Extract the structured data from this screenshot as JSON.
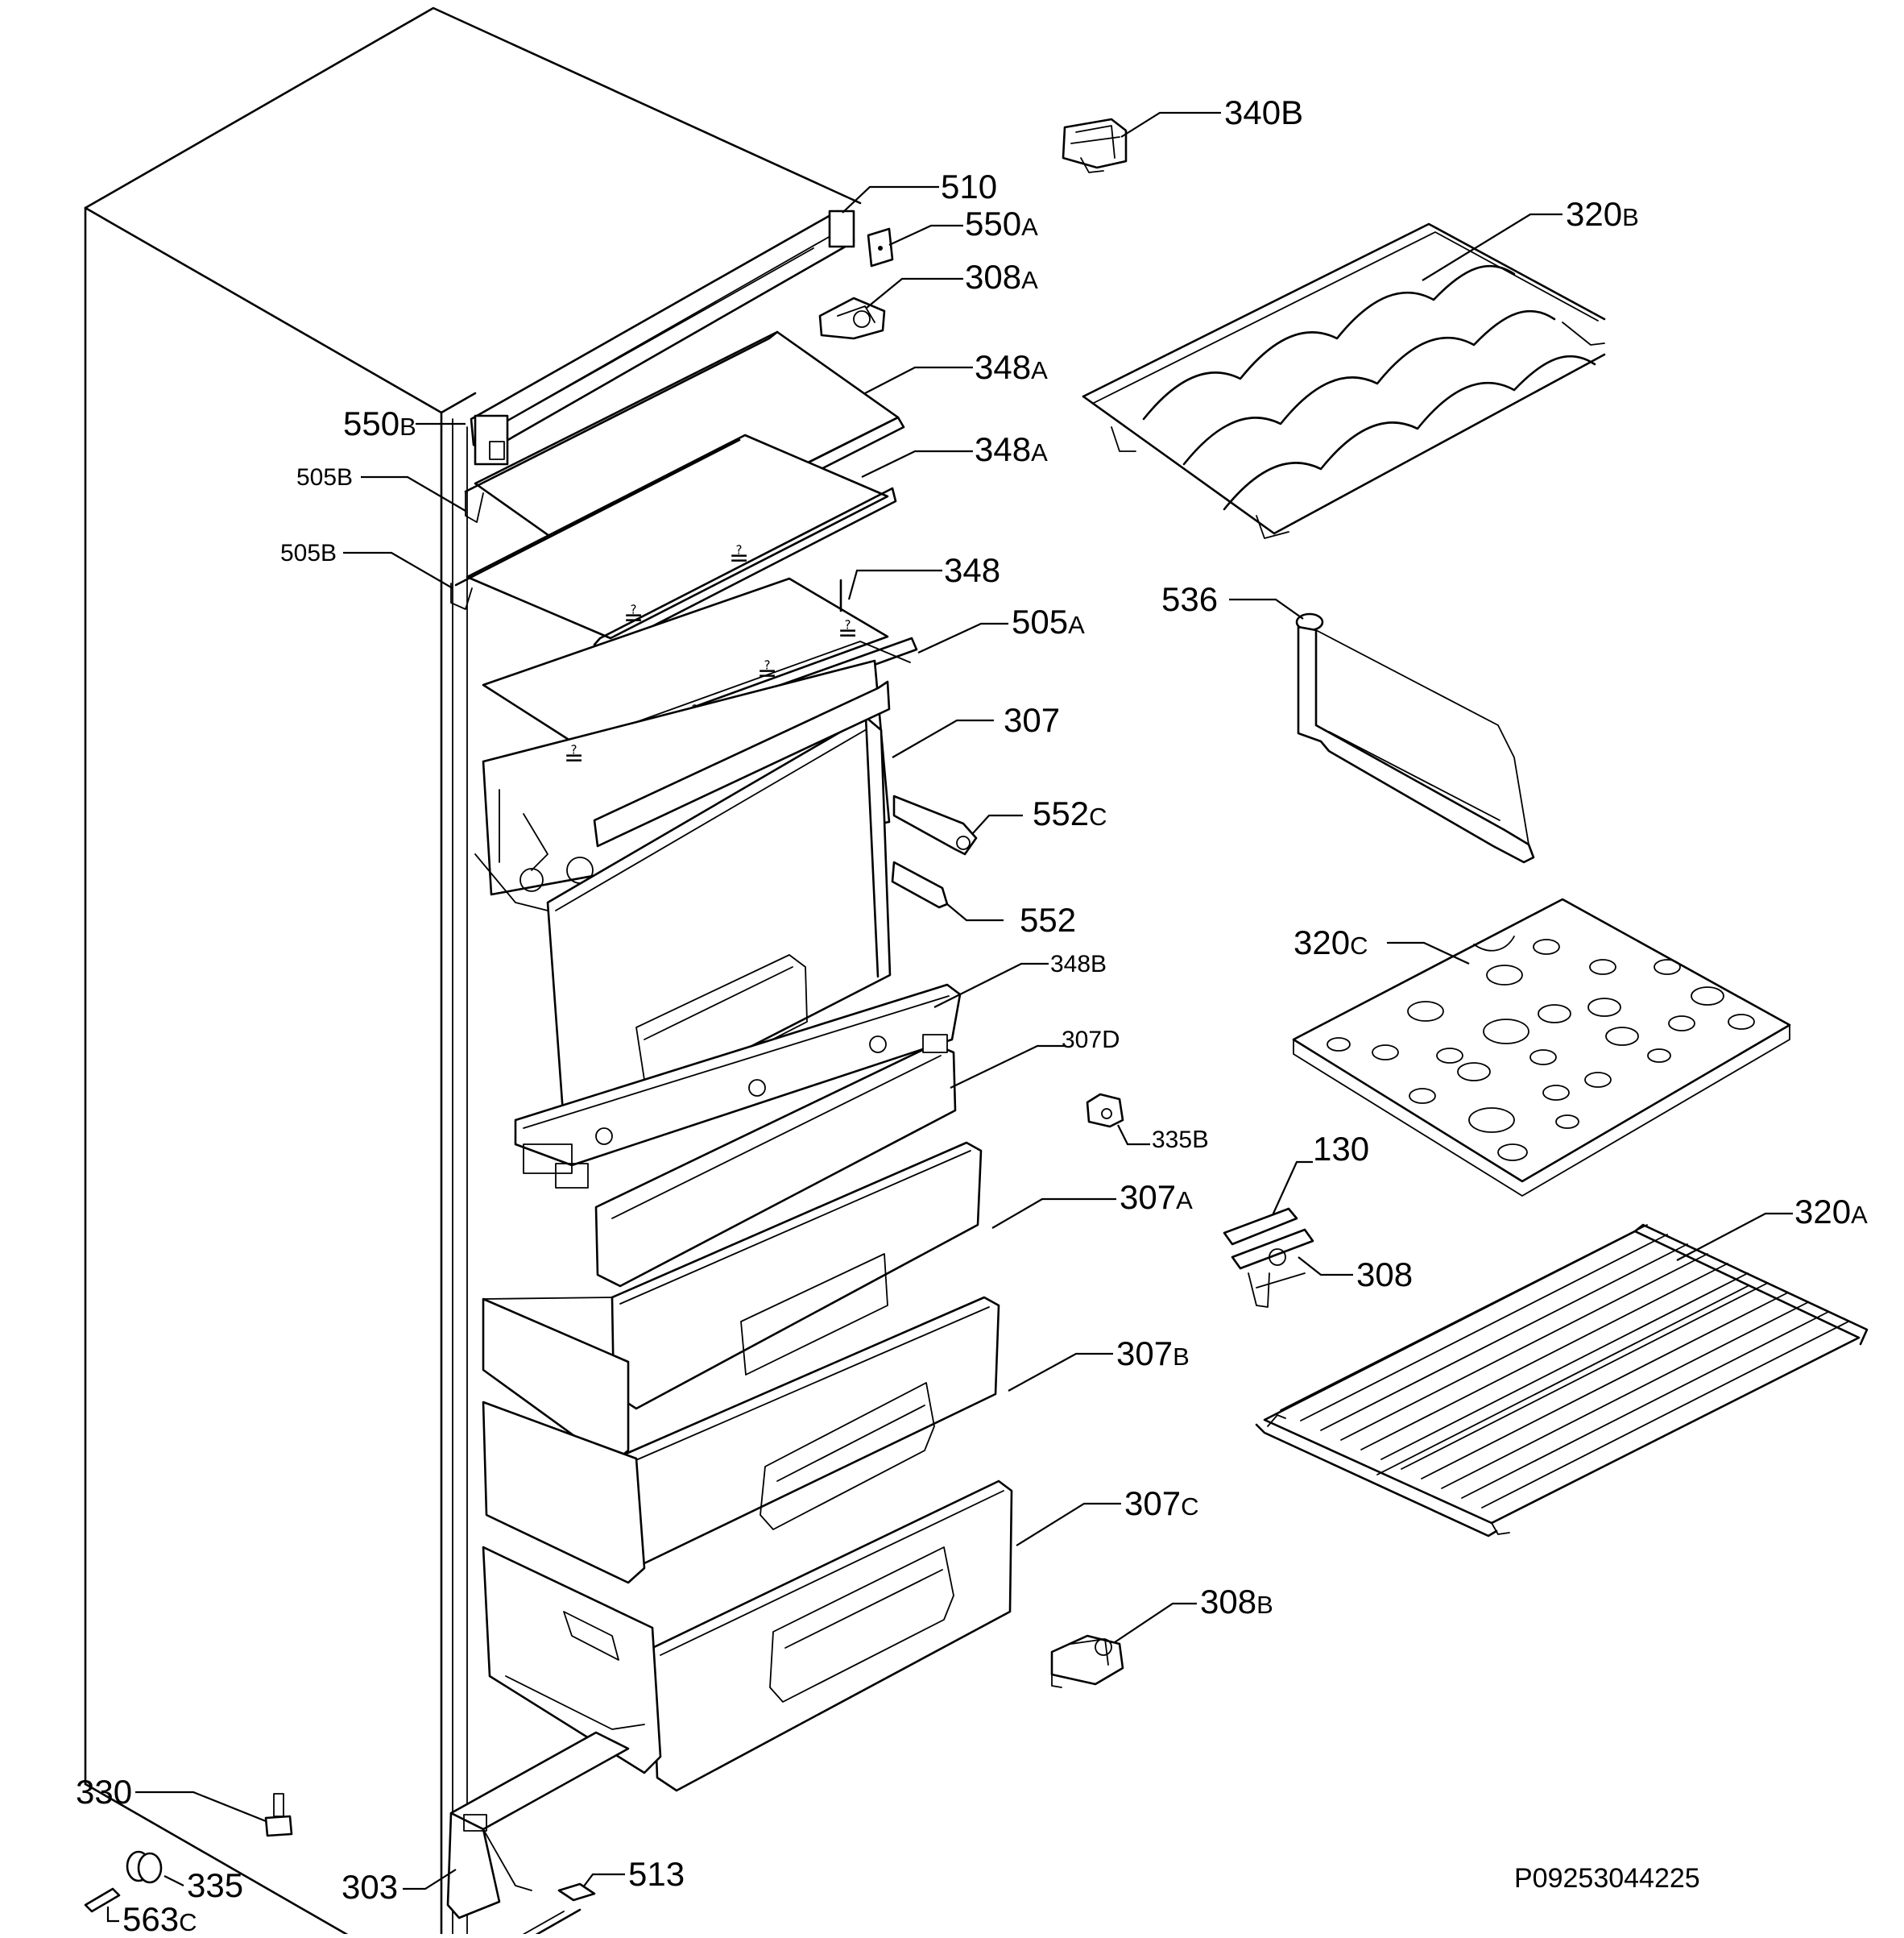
{
  "diagram": {
    "drawing_code": "P09253044225",
    "callouts": [
      {
        "id": "340B",
        "num": "340",
        "suffix": "B"
      },
      {
        "id": "510",
        "num": "510",
        "suffix": ""
      },
      {
        "id": "550A",
        "num": "550",
        "suffix": "A"
      },
      {
        "id": "308A",
        "num": "308",
        "suffix": "A"
      },
      {
        "id": "320B",
        "num": "320",
        "suffix": "B"
      },
      {
        "id": "348A-1",
        "num": "348",
        "suffix": "A"
      },
      {
        "id": "550B",
        "num": "550",
        "suffix": "B"
      },
      {
        "id": "348A-2",
        "num": "348",
        "suffix": "A"
      },
      {
        "id": "505B-1",
        "num": "505B",
        "suffix": ""
      },
      {
        "id": "505B-2",
        "num": "505B",
        "suffix": ""
      },
      {
        "id": "348",
        "num": "348",
        "suffix": ""
      },
      {
        "id": "536",
        "num": "536",
        "suffix": ""
      },
      {
        "id": "505A",
        "num": "505",
        "suffix": "A"
      },
      {
        "id": "307",
        "num": "307",
        "suffix": ""
      },
      {
        "id": "552C",
        "num": "552",
        "suffix": "C"
      },
      {
        "id": "552",
        "num": "552",
        "suffix": ""
      },
      {
        "id": "320C",
        "num": "320",
        "suffix": "C"
      },
      {
        "id": "348B",
        "num": "348B",
        "suffix": ""
      },
      {
        "id": "307D",
        "num": "307",
        "suffix": "D"
      },
      {
        "id": "335B",
        "num": "335",
        "suffix": "B"
      },
      {
        "id": "130",
        "num": "130",
        "suffix": ""
      },
      {
        "id": "307A",
        "num": "307",
        "suffix": "A"
      },
      {
        "id": "320A",
        "num": "320",
        "suffix": "A"
      },
      {
        "id": "308",
        "num": "308",
        "suffix": ""
      },
      {
        "id": "307B",
        "num": "307",
        "suffix": "B"
      },
      {
        "id": "307C",
        "num": "307",
        "suffix": "C"
      },
      {
        "id": "308B",
        "num": "308",
        "suffix": "B"
      },
      {
        "id": "330",
        "num": "330",
        "suffix": ""
      },
      {
        "id": "335",
        "num": "335",
        "suffix": ""
      },
      {
        "id": "513",
        "num": "513",
        "suffix": ""
      },
      {
        "id": "303",
        "num": "303",
        "suffix": ""
      },
      {
        "id": "563C",
        "num": "563",
        "suffix": "C"
      }
    ]
  }
}
